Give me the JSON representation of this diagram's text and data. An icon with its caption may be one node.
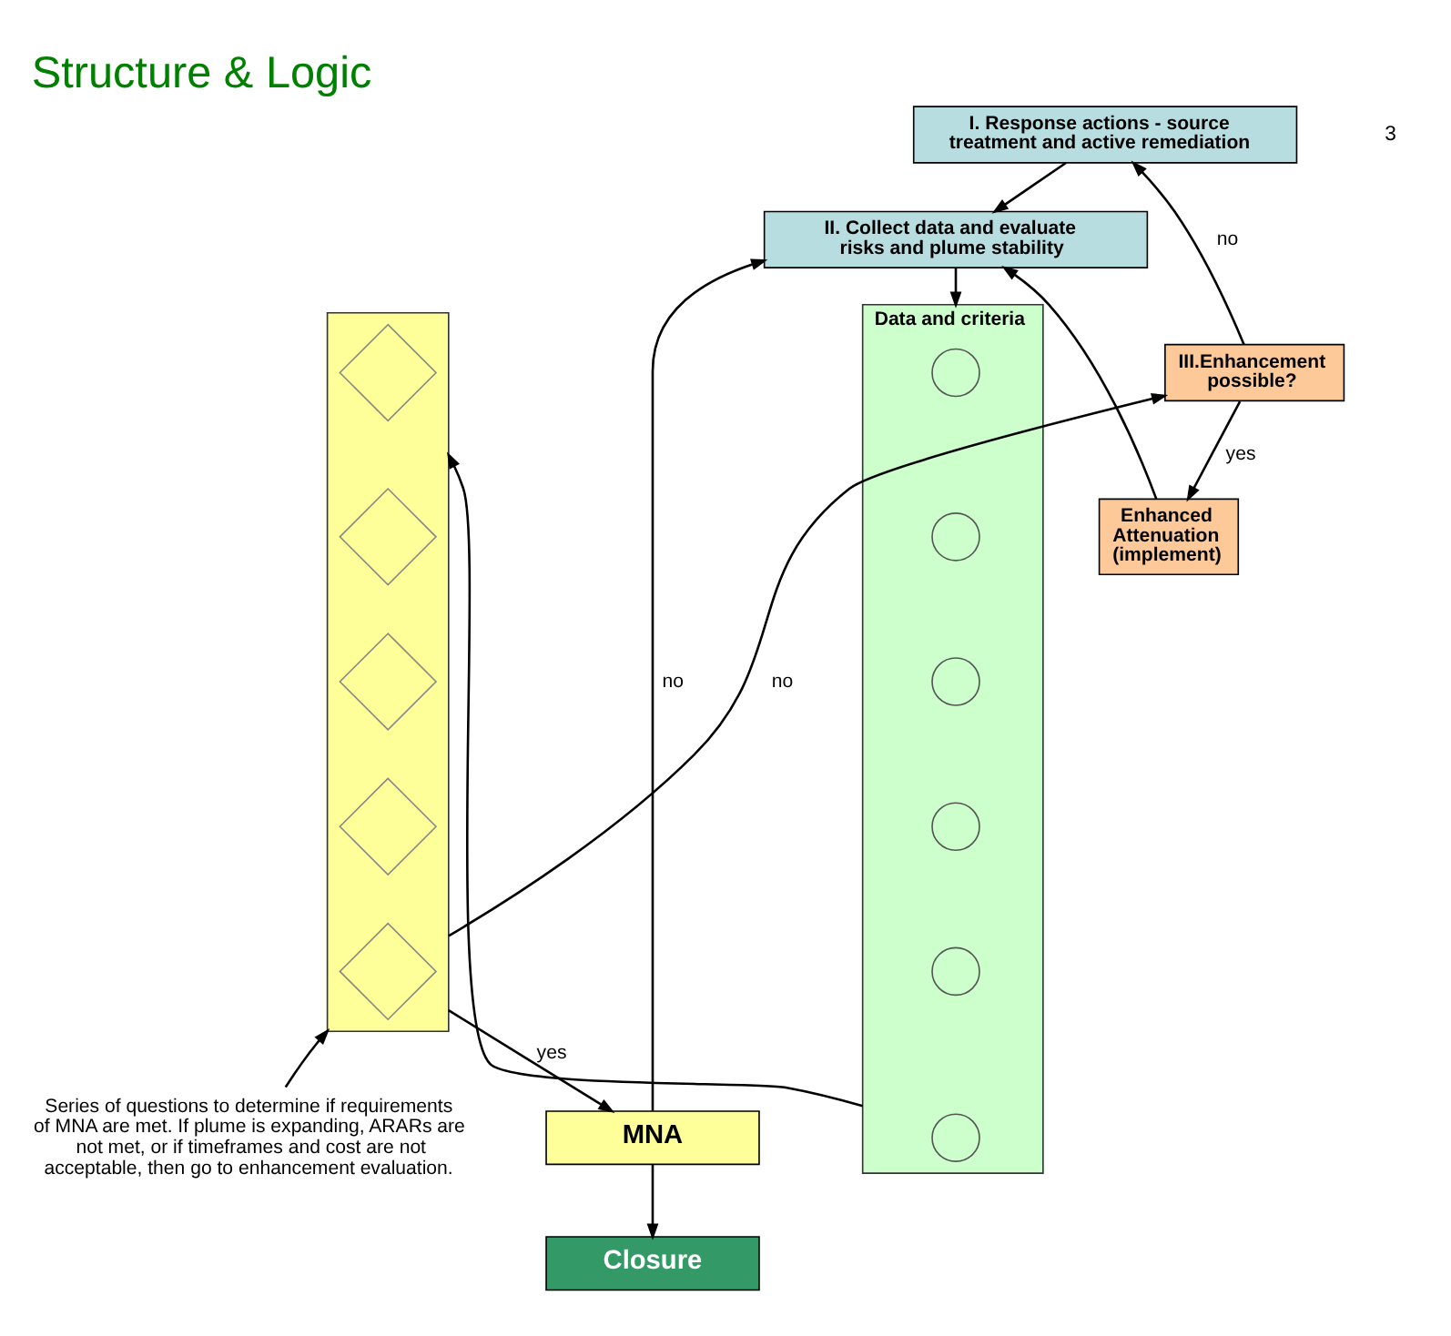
{
  "diagram": {
    "title": "Structure & Logic",
    "nodes": [
      {
        "text": [
          "I. Response actions - source treatment and active remediation"
        ]
      },
      {
        "text": [
          "II. Collect data and evaluate risks and plume stability"
        ]
      },
      {
        "text": [
          "Data and criteria"
        ]
      },
      {
        "text": [],
        "shape": "circle",
        "in": 2
      },
      {
        "text": [],
        "shape": "circle",
        "in": 2
      },
      {
        "text": [],
        "shape": "circle",
        "in": 2
      },
      {
        "text": [],
        "shape": "circle",
        "in": 2
      },
      {
        "text": [],
        "shape": "circle",
        "in": 2
      },
      {
        "text": [],
        "shape": "circle",
        "in": 2
      },
      {
        "text": [],
        "shape": "box"
      },
      {
        "text": [],
        "shape": "diamond",
        "in": 9
      },
      {
        "text": [],
        "shape": "diamond",
        "in": 9
      },
      {
        "text": [],
        "shape": "diamond",
        "in": 9
      },
      {
        "text": [],
        "shape": "diamond",
        "in": 9
      },
      {
        "text": [],
        "shape": "diamond",
        "in": 9
      },
      {
        "text": [
          "III.Enhancement possible?"
        ]
      },
      {
        "text": [
          "Enhanced Attenuation (implement)"
        ]
      },
      {
        "text": [
          "MNA"
        ]
      },
      {
        "text": [
          "Closure"
        ]
      },
      {
        "text": [
          "Series of questions to determine if requirements of MNA are met. If plume is expanding, ARARs are not met, or if timeframes and cost are not acceptable, then go to enhancement evaluation."
        ]
      }
    ],
    "edges": [
      {
        "from": 0,
        "to": 1,
        "arrow": "to"
      },
      {
        "from": 1,
        "to": 2,
        "arrow": "to"
      },
      {
        "from": 2,
        "to": 9,
        "arrow": "to"
      },
      {
        "from": 9,
        "to": 15,
        "arrow": "to",
        "label": "no"
      },
      {
        "from": 15,
        "to": 0,
        "arrow": "to",
        "label": "no"
      },
      {
        "from": 15,
        "to": 16,
        "arrow": "to",
        "label": "yes"
      },
      {
        "from": 16,
        "to": 1,
        "arrow": "to"
      },
      {
        "from": 9,
        "to": 17,
        "arrow": "to",
        "label": "yes"
      },
      {
        "from": 17,
        "to": 1,
        "arrow": "to",
        "label": "no"
      },
      {
        "from": 17,
        "to": 18,
        "arrow": "to"
      },
      {
        "from": 19,
        "to": 9,
        "arrow": "to"
      }
    ],
    "labels": [
      "3"
    ]
  }
}
